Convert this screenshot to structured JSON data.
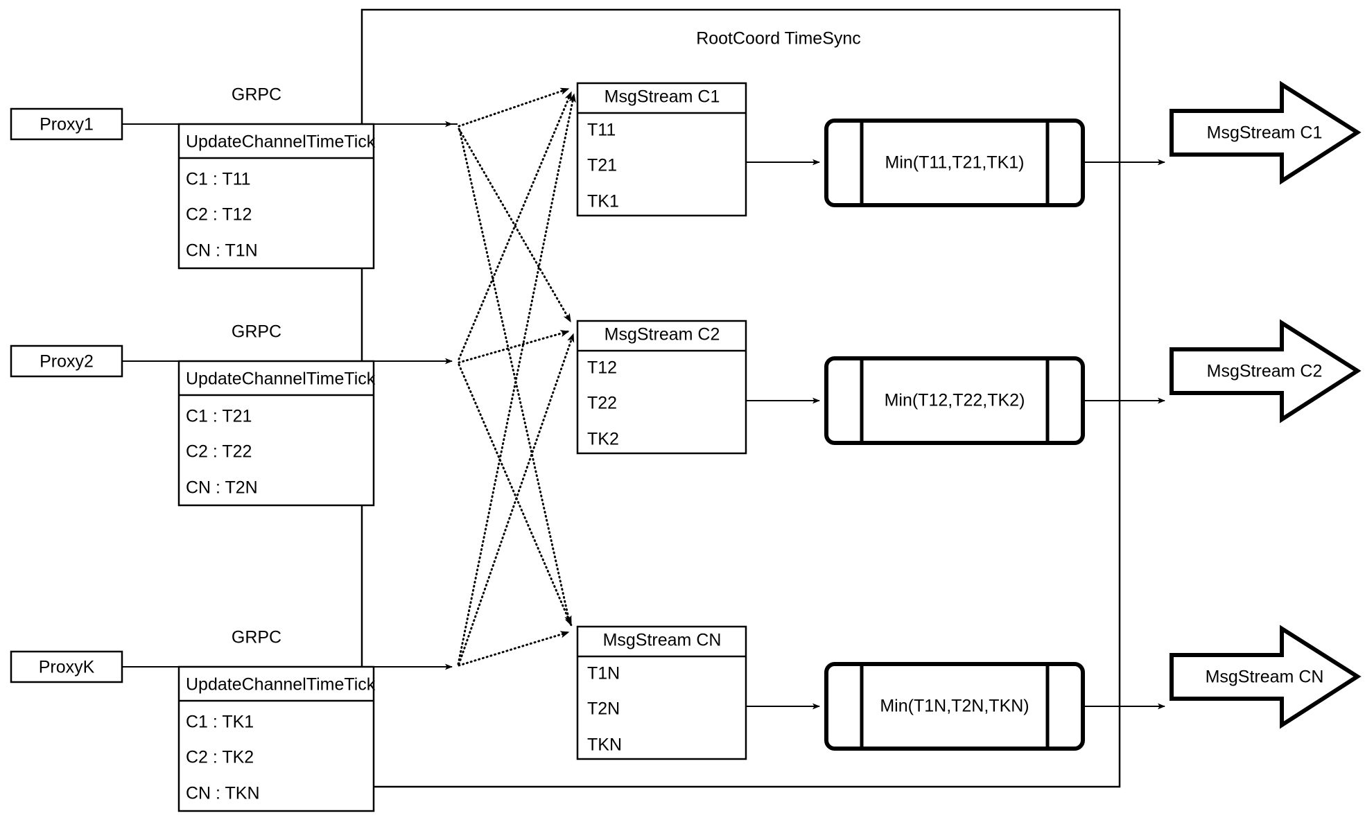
{
  "diagram": {
    "title": "RootCoord TimeSync",
    "container_label": "RootCoord TimeSync",
    "link_label_grpc": "GRPC",
    "proxies": [
      {
        "name": "Proxy1",
        "link_label": "GRPC",
        "message_header": "UpdateChannelTimeTick",
        "rows": [
          "C1 :  T11",
          "C2 :  T12",
          "CN : T1N"
        ]
      },
      {
        "name": "Proxy2",
        "link_label": "GRPC",
        "message_header": "UpdateChannelTimeTick",
        "rows": [
          "C1 :  T21",
          "C2 :  T22",
          "CN : T2N"
        ]
      },
      {
        "name": "ProxyK",
        "link_label": "GRPC",
        "message_header": "UpdateChannelTimeTick",
        "rows": [
          "C1 :  TK1",
          "C2 :  TK2",
          "CN : TKN"
        ]
      }
    ],
    "channels": [
      {
        "stream_header": "MsgStream C1",
        "stream_rows": [
          "T11",
          "T21",
          "TK1"
        ],
        "min_label": "Min(T11,T21,TK1)",
        "output_label": "MsgStream C1"
      },
      {
        "stream_header": "MsgStream C2",
        "stream_rows": [
          "T12",
          "T22",
          "TK2"
        ],
        "min_label": "Min(T12,T22,TK2)",
        "output_label": "MsgStream C2"
      },
      {
        "stream_header": "MsgStream CN",
        "stream_rows": [
          "T1N",
          "T2N",
          "TKN"
        ],
        "min_label": "Min(T1N,T2N,TKN)",
        "output_label": "MsgStream CN"
      }
    ],
    "colors": {
      "stroke": "#000000",
      "background": "#ffffff"
    }
  }
}
